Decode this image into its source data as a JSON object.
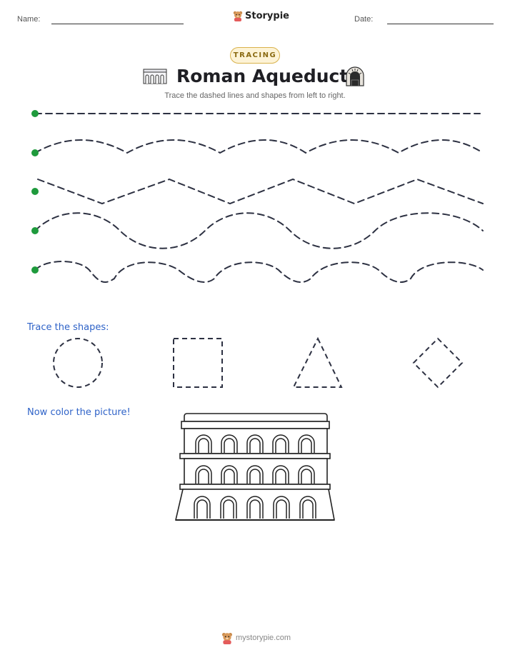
{
  "header": {
    "name_label": "Name:",
    "date_label": "Date:",
    "brand": "Storypie"
  },
  "worksheet": {
    "category_badge": "TRACING",
    "title": "Roman Aqueducts",
    "instructions": "Trace the dashed lines and shapes from left to right."
  },
  "sections": {
    "shapes_heading": "Trace the shapes:",
    "color_heading": "Now color the picture!"
  },
  "footer": {
    "url": "mystorypie.com"
  },
  "colors": {
    "start_dot": "#1e9a3c",
    "trace_line": "#2d3142",
    "heading_blue": "#2f63c8",
    "badge_border": "#d9b24c"
  }
}
